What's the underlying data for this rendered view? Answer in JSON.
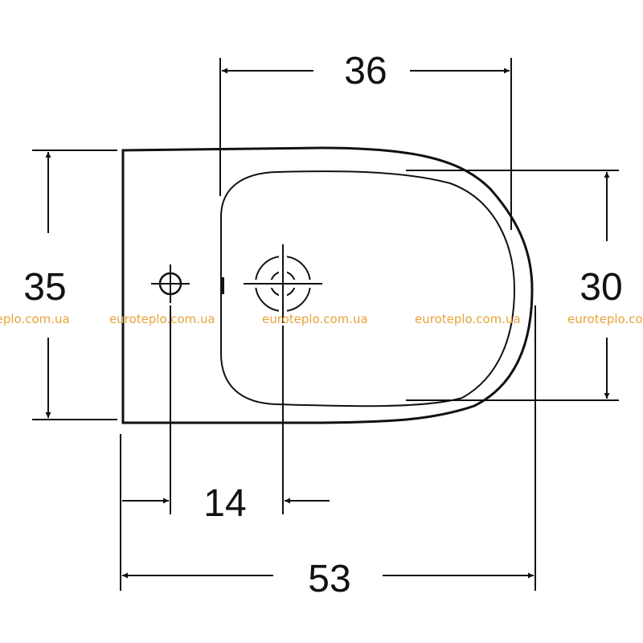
{
  "dimensions": {
    "top_width": "36",
    "left_height": "35",
    "right_height": "30",
    "hole_spacing": "14",
    "bottom_width": "53"
  },
  "watermark": {
    "text": "euroteplo.com.ua",
    "color": "#e8a33a"
  },
  "colors": {
    "line": "#111111",
    "background": "#ffffff"
  }
}
